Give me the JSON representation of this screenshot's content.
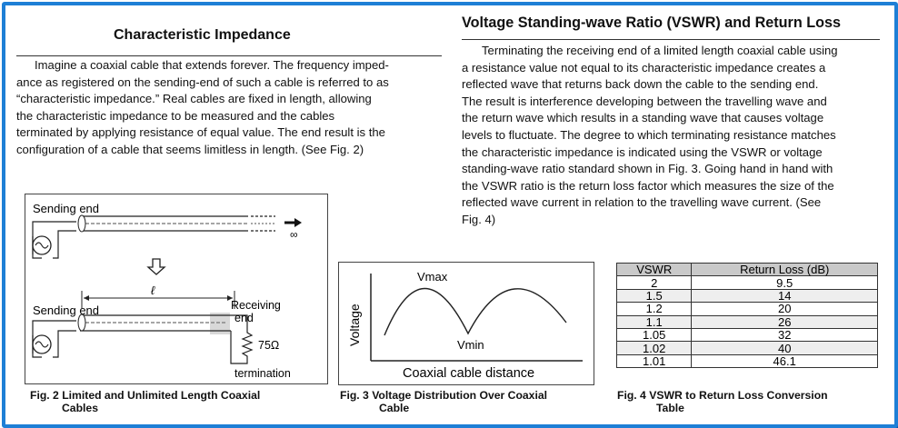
{
  "characteristic_impedance": {
    "title": "Characteristic Impedance",
    "lines": [
      "Imagine a coaxial cable that extends forever. The frequency imped-",
      "ance as registered on the sending-end of such a cable is referred to as",
      "“characteristic impedance.” Real cables are fixed in length, allowing",
      "the characteristic impedance to be measured and the cables",
      "terminated by applying resistance of equal value. The end result is the",
      "configuration of a cable that seems limitless in length. (See Fig. 2)"
    ]
  },
  "vswr_section": {
    "title": "Voltage Standing-wave Ratio (VSWR) and Return Loss",
    "lines": [
      "Terminating the receiving end of a limited length coaxial cable using",
      "a resistance value not equal to its characteristic impedance creates a",
      "reflected wave that returns back down the cable to the sending end.",
      "The result is interference developing between the travelling wave and",
      "the return wave which results in a standing wave that causes voltage",
      "levels to fluctuate. The degree to which terminating resistance matches",
      "the characteristic impedance is indicated using the VSWR or voltage",
      "standing-wave ratio standard shown in Fig. 3. Going hand in hand with",
      "the VSWR ratio is the return loss factor which measures the size of the",
      "reflected wave current in relation to the travelling wave current. (See",
      "Fig. 4)"
    ]
  },
  "fig2": {
    "sending_end_top": "Sending end",
    "infinity": "∞",
    "sending_end_bottom": "Sending end",
    "length_symbol": "ℓ",
    "receiving_end_1": "Receiving",
    "receiving_end_2": "end",
    "resistance": "75Ω",
    "termination": "termination",
    "caption_1": "Fig. 2 Limited and Unlimited Length Coaxial",
    "caption_2": "Cables"
  },
  "fig3": {
    "vmax": "Vmax",
    "vmin": "Vmin",
    "ylabel": "Voltage",
    "xlabel": "Coaxial cable distance",
    "caption_1": "Fig. 3  Voltage Distribution Over Coaxial",
    "caption_2": "Cable"
  },
  "fig4": {
    "headers": [
      "VSWR",
      "Return Loss (dB)"
    ],
    "rows": [
      [
        "2",
        "9.5"
      ],
      [
        "1.5",
        "14"
      ],
      [
        "1.2",
        "20"
      ],
      [
        "1.1",
        "26"
      ],
      [
        "1.05",
        "32"
      ],
      [
        "1.02",
        "40"
      ],
      [
        "1.01",
        "46.1"
      ]
    ],
    "caption_1": "Fig. 4  VSWR to Return Loss Conversion",
    "caption_2": "Table"
  },
  "colors": {
    "frame_border": "#1e7fd6",
    "frame_shadow": "#0d4fa0",
    "table_header_bg": "#c9c9c9"
  }
}
